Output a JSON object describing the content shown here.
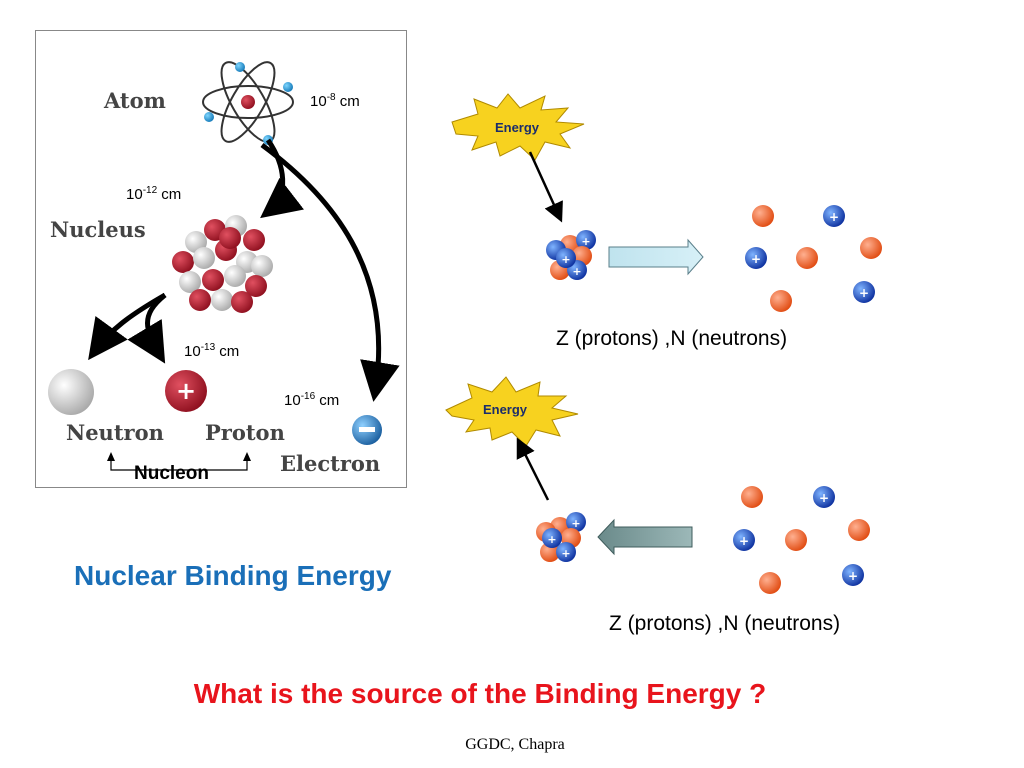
{
  "figure": {
    "atom_label": "Atom",
    "nucleus_label": "Nucleus",
    "neutron_label": "Neutron",
    "proton_label": "Proton",
    "electron_label": "Electron",
    "nucleon_label": "Nucleon",
    "atom_size": {
      "base": "10",
      "exp": "-8",
      "unit": " cm"
    },
    "nucleus_size": {
      "base": "10",
      "exp": "-12",
      "unit": " cm"
    },
    "nucleon_size": {
      "base": "10",
      "exp": "-13",
      "unit": " cm"
    },
    "electron_size": {
      "base": "10",
      "exp": "-16",
      "unit": " cm"
    }
  },
  "process": {
    "energy_label_top": "Energy",
    "energy_label_bottom": "Energy",
    "caption_top": "Z (protons) ,N (neutrons)",
    "caption_bottom": "Z (protons) ,N (neutrons)"
  },
  "title": "Nuclear Binding Energy",
  "question": "What is the source of the Binding Energy ?",
  "footer": "GGDC, Chapra",
  "colors": {
    "title": "#1a6fb8",
    "question": "#e8141c",
    "proton": "#1f48b8",
    "neutron": "#f0622a",
    "energy_burst": "#f7d21f"
  }
}
